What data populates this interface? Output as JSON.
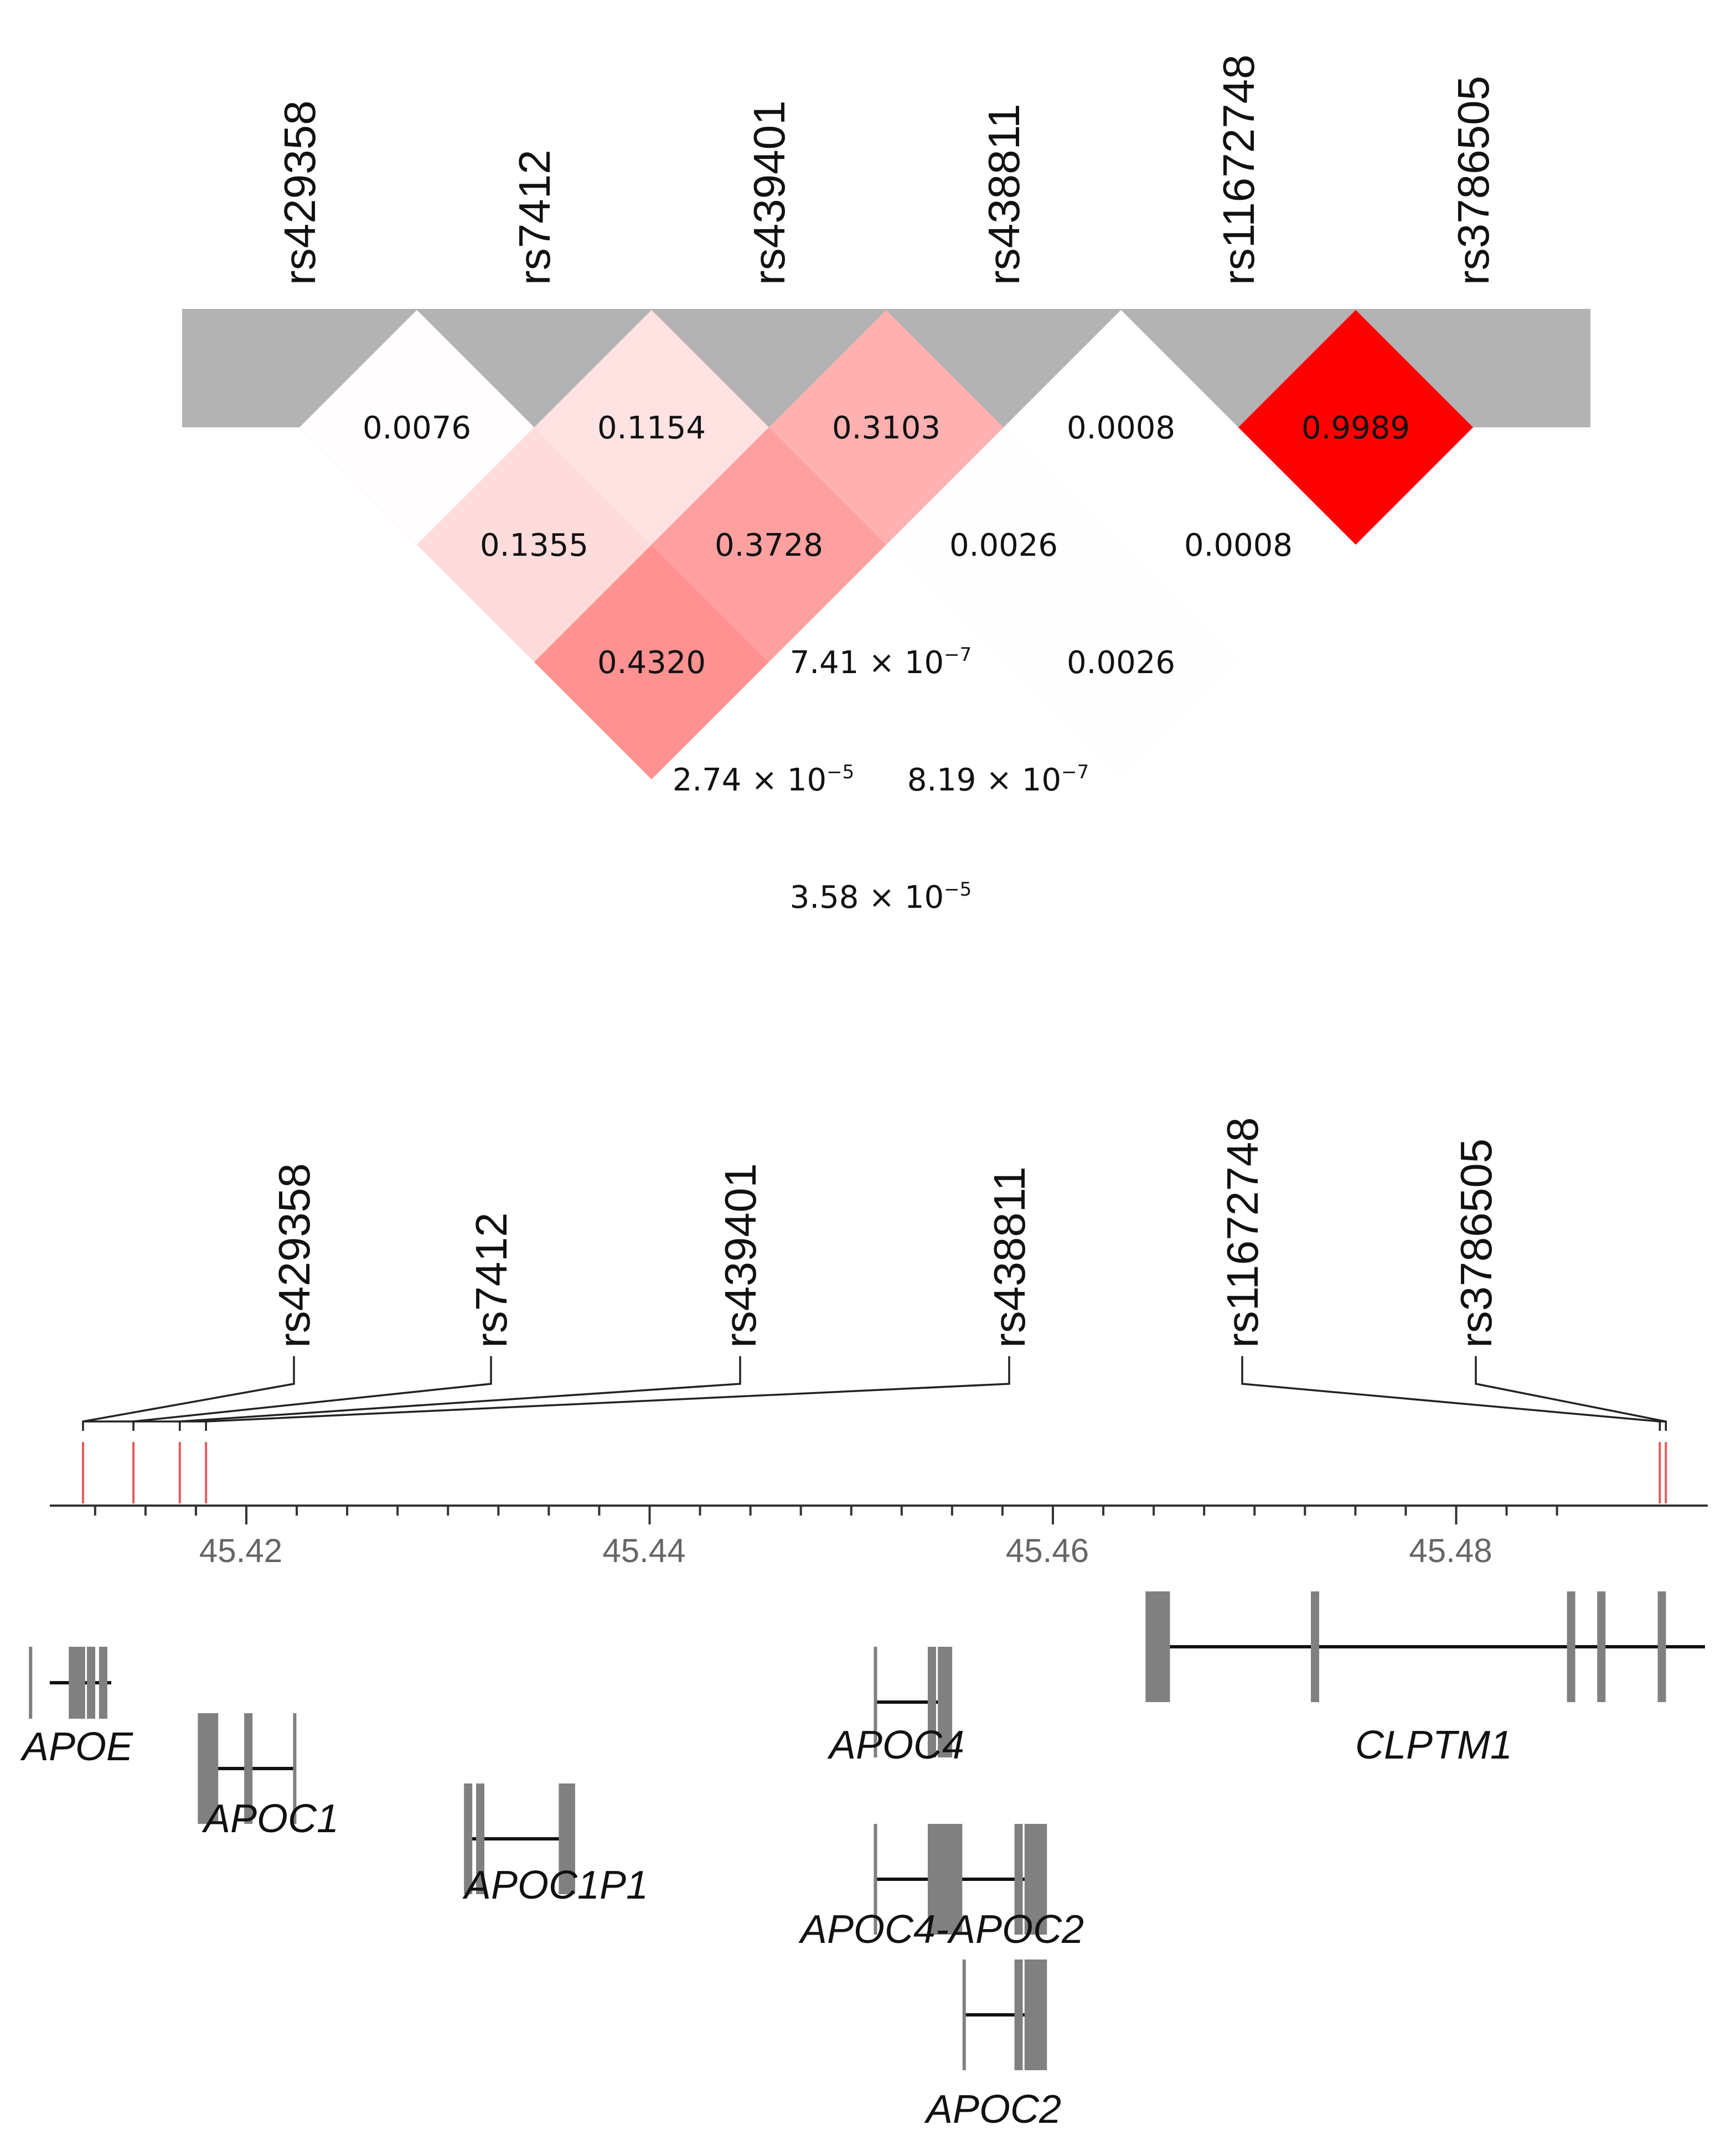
{
  "snps": [
    "rs429358",
    "rs7412",
    "rs439401",
    "rs438811",
    "rs11672748",
    "rs3786505"
  ],
  "ld_matrix": {
    "pairs": [
      {
        "a": "rs429358",
        "b": "rs7412",
        "text": "0.0076",
        "value": 0.0076
      },
      {
        "a": "rs429358",
        "b": "rs439401",
        "text": "0.1355",
        "value": 0.1355
      },
      {
        "a": "rs429358",
        "b": "rs438811",
        "text": "0.4320",
        "value": 0.432
      },
      {
        "a": "rs429358",
        "b": "rs11672748",
        "mant": "2.74",
        "exp": "−5",
        "value": 2.74e-05
      },
      {
        "a": "rs429358",
        "b": "rs3786505",
        "mant": "3.58",
        "exp": "−5",
        "value": 3.58e-05
      },
      {
        "a": "rs7412",
        "b": "rs439401",
        "text": "0.1154",
        "value": 0.1154
      },
      {
        "a": "rs7412",
        "b": "rs438811",
        "text": "0.3728",
        "value": 0.3728
      },
      {
        "a": "rs7412",
        "b": "rs11672748",
        "mant": "7.41",
        "exp": "−7",
        "value": 7.41e-07
      },
      {
        "a": "rs7412",
        "b": "rs3786505",
        "mant": "8.19",
        "exp": "−7",
        "value": 8.19e-07
      },
      {
        "a": "rs439401",
        "b": "rs438811",
        "text": "0.3103",
        "value": 0.3103
      },
      {
        "a": "rs439401",
        "b": "rs11672748",
        "text": "0.0026",
        "value": 0.0026
      },
      {
        "a": "rs439401",
        "b": "rs3786505",
        "text": "0.0026",
        "value": 0.0026
      },
      {
        "a": "rs438811",
        "b": "rs11672748",
        "text": "0.0008",
        "value": 0.0008
      },
      {
        "a": "rs438811",
        "b": "rs3786505",
        "text": "0.0008",
        "value": 0.0008
      },
      {
        "a": "rs11672748",
        "b": "rs3786505",
        "text": "0.9989",
        "value": 0.9989
      }
    ],
    "times_symbol": "× 10",
    "colors": {
      "background": "#b3b3b3",
      "high": "#ff0000",
      "low": "#ffffff"
    }
  },
  "locus": {
    "axis_ticks": [
      "45.42",
      "45.44",
      "45.46",
      "45.48"
    ],
    "snp_positions_mb": [
      45.4119,
      45.4144,
      45.4167,
      45.418,
      45.4901,
      45.4904
    ],
    "snp_marker_color": "#e55a5a",
    "genes": [
      {
        "name": "APOE",
        "start": 45.4095,
        "end": 45.4133
      },
      {
        "name": "APOC1",
        "start": 45.4178,
        "end": 45.4224
      },
      {
        "name": "APOC1P1",
        "start": 45.431,
        "end": 45.4362
      },
      {
        "name": "APOC4",
        "start": 45.4512,
        "end": 45.4548
      },
      {
        "name": "APOC4-APOC2",
        "start": 45.4512,
        "end": 45.4595
      },
      {
        "name": "APOC2",
        "start": 45.4556,
        "end": 45.4595
      },
      {
        "name": "CLPTM1",
        "start": 45.4648,
        "end": 45.492
      }
    ],
    "gene_color": "#808080"
  }
}
